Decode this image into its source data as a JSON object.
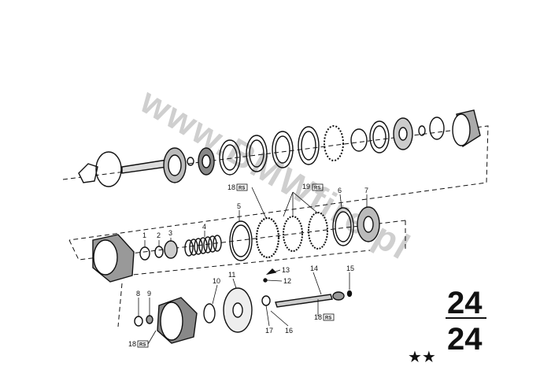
{
  "watermark": "www.BMWfire.pl",
  "group_number": "24",
  "subgroup_number": "24",
  "rating": "★★",
  "part_callouts": [
    "1",
    "2",
    "3",
    "4",
    "5",
    "6",
    "7",
    "8",
    "9",
    "10",
    "11",
    "12",
    "13",
    "14",
    "15",
    "16",
    "17",
    "18",
    "19"
  ],
  "rs_tag": "RS",
  "colors": {
    "ink": "#111111",
    "watermark": "#cfcfcf",
    "background": "#ffffff"
  }
}
